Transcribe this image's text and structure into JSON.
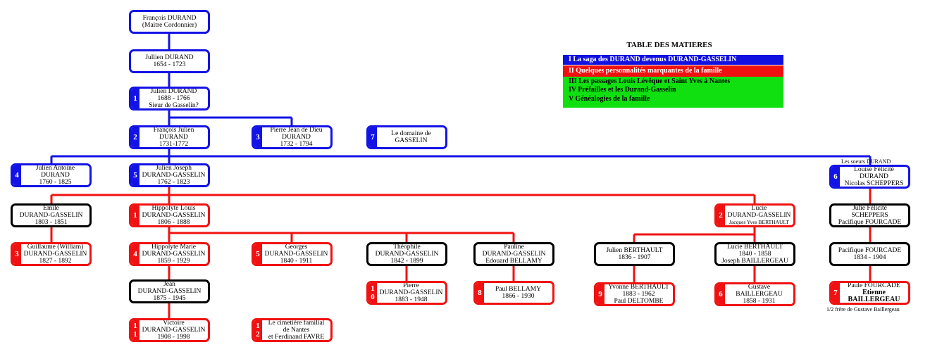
{
  "nodes": [
    {
      "id": "francois-durand-maitre",
      "color": "blue",
      "lines": [
        "François DURAND",
        "(Maitre Cordonnier)"
      ]
    },
    {
      "id": "jullien-durand",
      "color": "blue",
      "lines": [
        "Jullien DURAND",
        "1654 - 1723"
      ]
    },
    {
      "id": "julien-durand",
      "color": "blue",
      "badge": "1",
      "lines": [
        "Julien DURAND",
        "1688 - 1766",
        "Sieur de Gasselin?"
      ]
    },
    {
      "id": "francois-julien-durand",
      "color": "blue",
      "badge": "2",
      "lines": [
        "François Julien",
        "DURAND",
        "1731-1772"
      ]
    },
    {
      "id": "pierre-jean-de-dieu-durand",
      "color": "blue",
      "badge": "3",
      "lines": [
        "Pierre Jean de Dieu",
        "DURAND",
        "1732 - 1794"
      ]
    },
    {
      "id": "domaine-de-gasselin",
      "color": "blue",
      "badge": "7",
      "lines": [
        "Le domaine de",
        "GASSELIN"
      ]
    },
    {
      "id": "julien-antoine-durand",
      "color": "blue",
      "badge": "4",
      "lines": [
        "Julien Antoine",
        "DURAND",
        "1760 - 1825"
      ]
    },
    {
      "id": "julien-joseph-durand-gasselin",
      "color": "blue",
      "badge": "5",
      "lines": [
        "Julien Joseph",
        "DURAND-GASSELIN",
        "1762 - 1823"
      ]
    },
    {
      "id": "louise-felicite-durand",
      "color": "blue",
      "badge": "6",
      "lines": [
        "Louise Félicité",
        "DURAND",
        "Nicolas SCHEPPERS"
      ]
    },
    {
      "id": "emile-durand-gasselin",
      "color": "black",
      "lines": [
        "Emile",
        "DURAND-GASSELIN",
        "1803 - 1851"
      ]
    },
    {
      "id": "hippolyte-louis-durand-gasselin",
      "color": "red",
      "badge": "1",
      "lines": [
        "Hippolyte Louis",
        "DURAND-GASSELIN",
        "1806 - 1888"
      ]
    },
    {
      "id": "lucie-durand-gasselin",
      "color": "red",
      "badge": "2",
      "lines": [
        "Lucie",
        "DURAND-GASSELIN",
        "Jacques Yves BERTHAULT"
      ],
      "smallLast": true
    },
    {
      "id": "julie-felicite-scheppers",
      "color": "black",
      "lines": [
        "Julie Félicité",
        "SCHEPPERS",
        "Pacifique FOURCADE"
      ]
    },
    {
      "id": "guillaume-durand-gasselin",
      "color": "red",
      "badge": "3",
      "lines": [
        "Guillaume (William)",
        "DURAND-GASSELIN",
        "1827 - 1892"
      ]
    },
    {
      "id": "hippolyte-marie-durand-gasselin",
      "color": "red",
      "badge": "4",
      "lines": [
        "Hippolyte Marie",
        "DURAND-GASSELIN",
        "1859 - 1929"
      ]
    },
    {
      "id": "georges-durand-gasselin",
      "color": "red",
      "badge": "5",
      "lines": [
        "Georges",
        "DURAND-GASSELIN",
        "1840 - 1911"
      ]
    },
    {
      "id": "theophile-durand-gasselin",
      "color": "black",
      "lines": [
        "Théophile",
        "DURAND-GASSELIN",
        "1842 - 1899"
      ]
    },
    {
      "id": "pauline-durand-gasselin",
      "color": "black",
      "lines": [
        "Pauline",
        "DURAND-GASSELIN",
        "Edouard BELLAMY"
      ]
    },
    {
      "id": "julien-berthault",
      "color": "black",
      "lines": [
        "Julien BERTHAULT",
        "1836 - 1907"
      ]
    },
    {
      "id": "lucie-berthault",
      "color": "black",
      "lines": [
        "Lucie BERTHAULT",
        "1840 - 1858",
        "Joseph BAILLERGEAU"
      ]
    },
    {
      "id": "pacifique-fourcade",
      "color": "black",
      "lines": [
        "Pacifique FOURCADE",
        "1834 - 1904"
      ]
    },
    {
      "id": "jean-durand-gasselin",
      "color": "black",
      "lines": [
        "Jean",
        "DURAND-GASSELIN",
        "1875 - 1945"
      ]
    },
    {
      "id": "pierre-durand-gasselin",
      "color": "red",
      "badge": "1 0",
      "lines": [
        "Pierre",
        "DURAND-GASSELIN",
        "1883 - 1948"
      ]
    },
    {
      "id": "paul-bellamy",
      "color": "red",
      "badge": "8",
      "lines": [
        "Paul BELLAMY",
        "1866 - 1930"
      ]
    },
    {
      "id": "yvonne-berthault",
      "color": "red",
      "badge": "9",
      "lines": [
        "Yvonne BERTHAULT",
        "1883 - 1962",
        "Paul DELTOMBE"
      ]
    },
    {
      "id": "gustave-baillergeau",
      "color": "red",
      "badge": "6",
      "lines": [
        "Gustave",
        "BAILLERGEAU",
        "1858 - 1931"
      ]
    },
    {
      "id": "paule-fourcade",
      "color": "red",
      "badge": "7",
      "lines": [
        "Paule FOURCADE",
        "Etienne",
        "BAILLERGEAU"
      ],
      "boldTail": true
    },
    {
      "id": "victoire-durand-gasselin",
      "color": "red",
      "badge": "1 1",
      "lines": [
        "Victoire",
        "DURAND-GASSELIN",
        "1908 - 1998"
      ]
    },
    {
      "id": "cimetiere-familial-nantes",
      "color": "red",
      "badge": "1 2",
      "lines": [
        "Le cimetière familial",
        "de Nantes",
        "et Ferdinand FAVRE"
      ]
    }
  ],
  "notes": {
    "soeurs_durand": "Les soeurs  DURAND",
    "demi_frere": "1/2 frère de Gustave Baillergeau"
  },
  "toc": {
    "title": "TABLE DES MATIERES",
    "entries": [
      {
        "text": "I   La saga des DURAND devenus DURAND-GASSELIN",
        "bg": "#1010e0",
        "fg": "#ffffff"
      },
      {
        "text": "II  Quelques personnalités marquantes de la famille",
        "bg": "#f01010",
        "fg": "#ffffff"
      },
      {
        "text": "III  Les passages Louis Lévêque et Saint Yves à Nantes",
        "bg": "#10e010",
        "fg": "#000000"
      },
      {
        "text": "IV  Préfailles et les Durand-Gasselin",
        "bg": "#10e010",
        "fg": "#000000"
      },
      {
        "text": "V   Généalogies de la famille",
        "bg": "#10e010",
        "fg": "#000000"
      }
    ]
  },
  "colors": {
    "blue": "#1313e6",
    "red": "#f01212",
    "black": "#000000"
  }
}
